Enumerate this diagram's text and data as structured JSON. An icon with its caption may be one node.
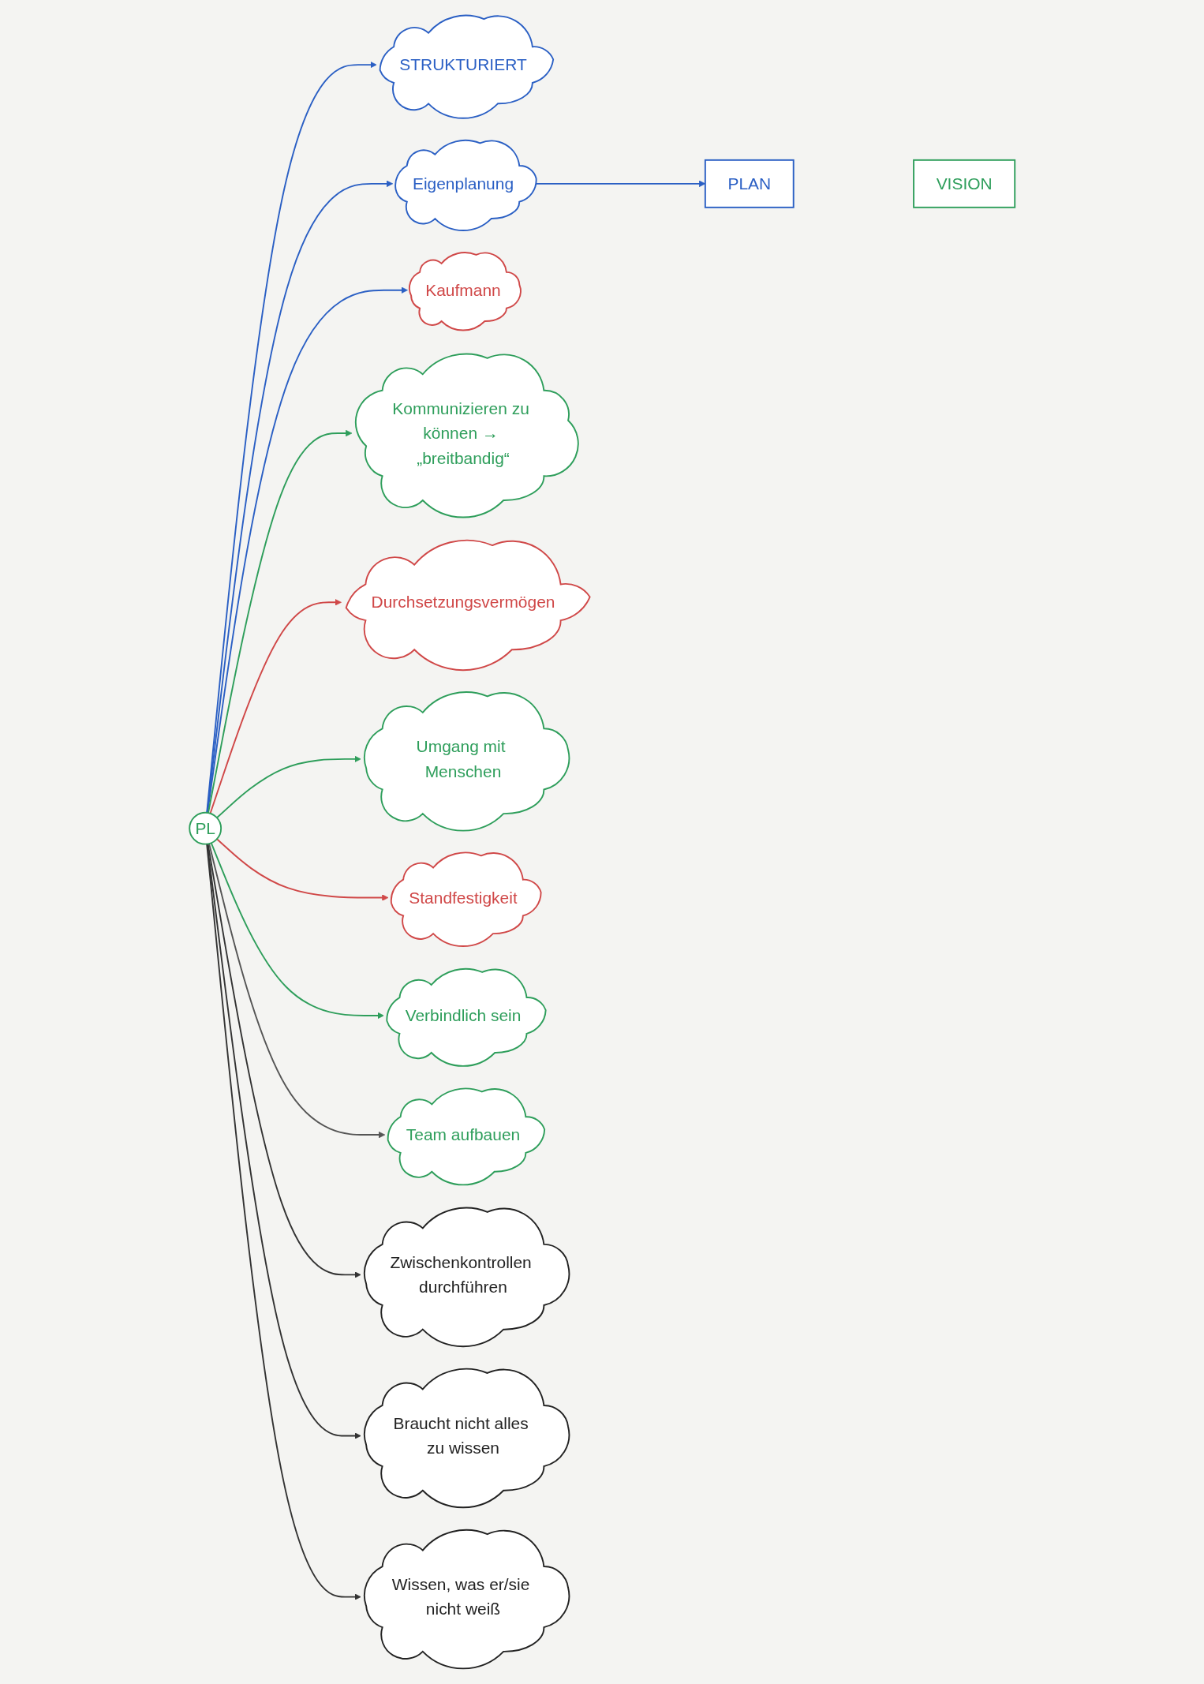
{
  "diagram": {
    "nodes": [
      {
        "text": [
          "VISION"
        ]
      },
      {
        "text": [
          "PLAN"
        ]
      },
      {
        "text": [
          "STRUKTURIERT"
        ]
      },
      {
        "text": [
          "Eigenplanung"
        ]
      },
      {
        "text": [
          "Kaufmann"
        ]
      },
      {
        "text": [
          "Kommunizieren zu können → „breitbandig“"
        ]
      },
      {
        "text": [
          "Durchsetzungsvermögen"
        ]
      },
      {
        "text": [
          "Umgang mit Menschen"
        ]
      },
      {
        "text": [
          "PL"
        ]
      },
      {
        "text": [
          "Standfestigkeit"
        ]
      },
      {
        "text": [
          "Verbindlich sein"
        ]
      },
      {
        "text": [
          "Team aufbauen"
        ]
      },
      {
        "text": [
          "Zwischenkontrollen durchführen"
        ]
      },
      {
        "text": [
          "Braucht nicht alles zu wissen"
        ]
      },
      {
        "text": [
          "Wissen, was er/sie nicht weiß"
        ]
      }
    ],
    "edges": [
      {
        "from": 3,
        "to": 1,
        "arrow": "to",
        "color": "#2a5fc4"
      },
      {
        "from": 8,
        "to": 2,
        "arrow": "to",
        "color": "#2a5fc4"
      },
      {
        "from": 8,
        "to": 3,
        "arrow": "to",
        "color": "#2a5fc4"
      },
      {
        "from": 8,
        "to": 4,
        "arrow": "to",
        "color": "#2a5fc4"
      },
      {
        "from": 8,
        "to": 5,
        "arrow": "to",
        "color": "#2e9e5b"
      },
      {
        "from": 8,
        "to": 7,
        "arrow": "to",
        "color": "#2e9e5b"
      },
      {
        "from": 8,
        "to": 10,
        "arrow": "to",
        "color": "#2e9e5b"
      },
      {
        "from": 8,
        "to": 11,
        "arrow": "to",
        "color": "#555555"
      },
      {
        "from": 8,
        "to": 6,
        "arrow": "to",
        "color": "#d04848"
      },
      {
        "from": 8,
        "to": 9,
        "arrow": "to",
        "color": "#d04848"
      },
      {
        "from": 8,
        "to": 13,
        "arrow": "to",
        "color": "#333333"
      },
      {
        "from": 8,
        "to": 14,
        "arrow": "to",
        "color": "#333333"
      },
      {
        "from": 8,
        "to": 12,
        "arrow": "to",
        "color": "#333333"
      }
    ]
  }
}
